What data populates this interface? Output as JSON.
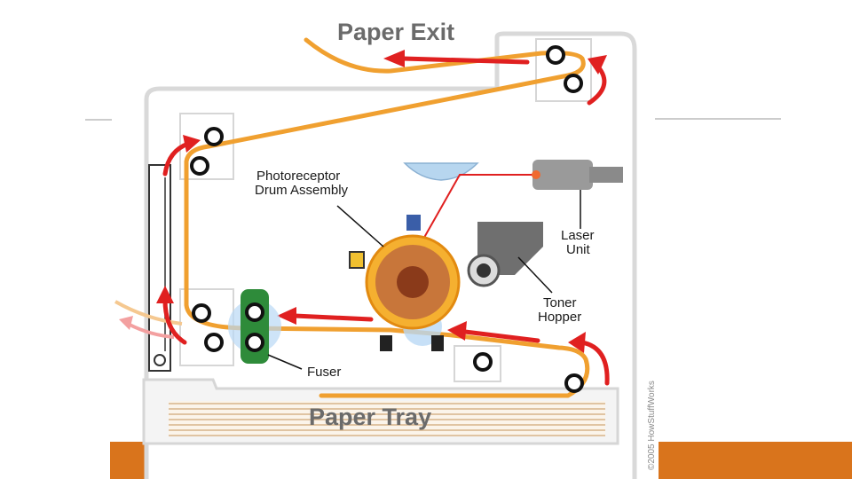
{
  "title": "Paper Exit",
  "labels": {
    "drum": [
      "Photoreceptor",
      "Drum Assembly"
    ],
    "laser": [
      "Laser",
      "Unit"
    ],
    "toner": [
      "Toner",
      "Hopper"
    ],
    "fuser": "Fuser",
    "tray": "Paper Tray"
  },
  "credit": "©2005 HowStuffWorks",
  "colors": {
    "paper_path": "#f0a030",
    "arrow": "#e02020",
    "housing_stroke": "#d9d9d9",
    "housing_fill": "#ffffff",
    "slide_accent": "#d9741c",
    "drum": "#c46a2a",
    "fuser": "#2e8b3a",
    "laser_beam": "#e02020"
  }
}
